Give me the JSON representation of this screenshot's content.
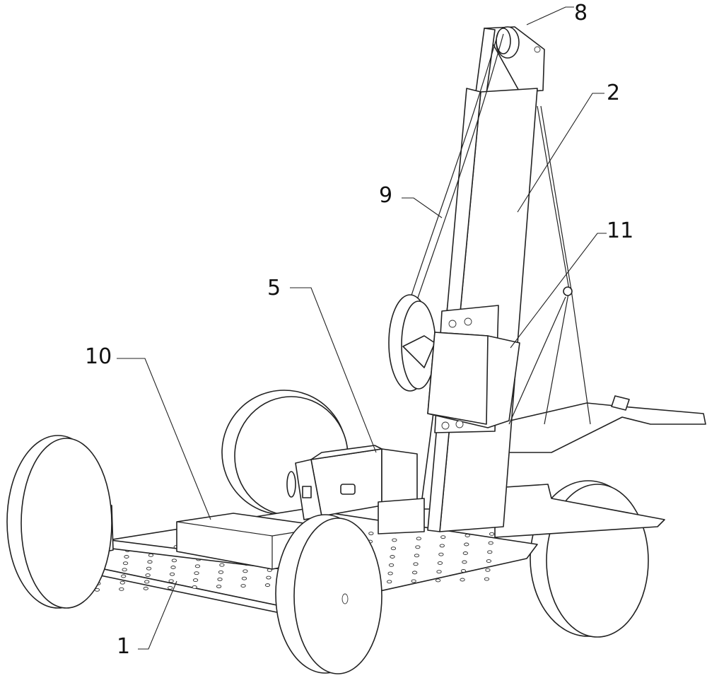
{
  "figure": {
    "labels": {
      "pulley": "8",
      "mast": "2",
      "rope": "9",
      "motor_box": "11",
      "drive_motor": "5",
      "battery_box": "10",
      "base_plate": "1"
    }
  }
}
